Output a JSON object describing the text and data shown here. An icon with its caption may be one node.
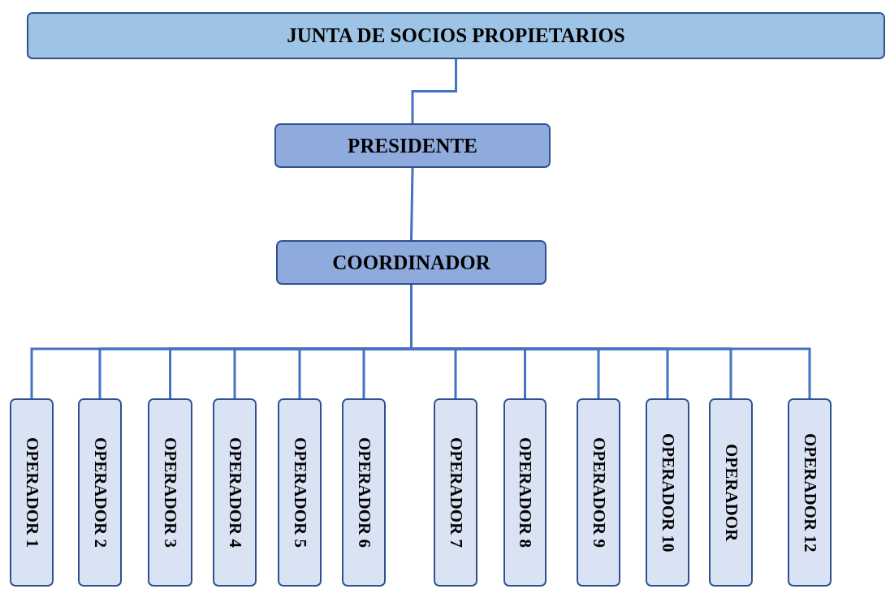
{
  "diagram": {
    "nodes": [
      {
        "text": [
          "JUNTA DE SOCIOS PROPIETARIOS"
        ]
      },
      {
        "text": [
          "PRESIDENTE"
        ]
      },
      {
        "text": [
          "COORDINADOR"
        ]
      },
      {
        "text": [
          "OPERADOR 1"
        ]
      },
      {
        "text": [
          "OPERADOR 2"
        ]
      },
      {
        "text": [
          "OPERADOR 3"
        ]
      },
      {
        "text": [
          "OPERADOR 4"
        ]
      },
      {
        "text": [
          "OPERADOR 5"
        ]
      },
      {
        "text": [
          "OPERADOR 6"
        ]
      },
      {
        "text": [
          "OPERADOR 7"
        ]
      },
      {
        "text": [
          "OPERADOR 8"
        ]
      },
      {
        "text": [
          "OPERADOR 9"
        ]
      },
      {
        "text": [
          "OPERADOR 10"
        ]
      },
      {
        "text": [
          "OPERADOR"
        ]
      },
      {
        "text": [
          "OPERADOR 12"
        ]
      }
    ],
    "edges": [
      {
        "from": 0,
        "to": 1,
        "arrow": "none"
      },
      {
        "from": 1,
        "to": 2,
        "arrow": "none"
      },
      {
        "from": 2,
        "to": 3,
        "arrow": "none"
      },
      {
        "from": 2,
        "to": 4,
        "arrow": "none"
      },
      {
        "from": 2,
        "to": 5,
        "arrow": "none"
      },
      {
        "from": 2,
        "to": 6,
        "arrow": "none"
      },
      {
        "from": 2,
        "to": 7,
        "arrow": "none"
      },
      {
        "from": 2,
        "to": 8,
        "arrow": "none"
      },
      {
        "from": 2,
        "to": 9,
        "arrow": "none"
      },
      {
        "from": 2,
        "to": 10,
        "arrow": "none"
      },
      {
        "from": 2,
        "to": 11,
        "arrow": "none"
      },
      {
        "from": 2,
        "to": 12,
        "arrow": "none"
      },
      {
        "from": 2,
        "to": 13,
        "arrow": "none"
      },
      {
        "from": 2,
        "to": 14,
        "arrow": "none"
      }
    ]
  }
}
